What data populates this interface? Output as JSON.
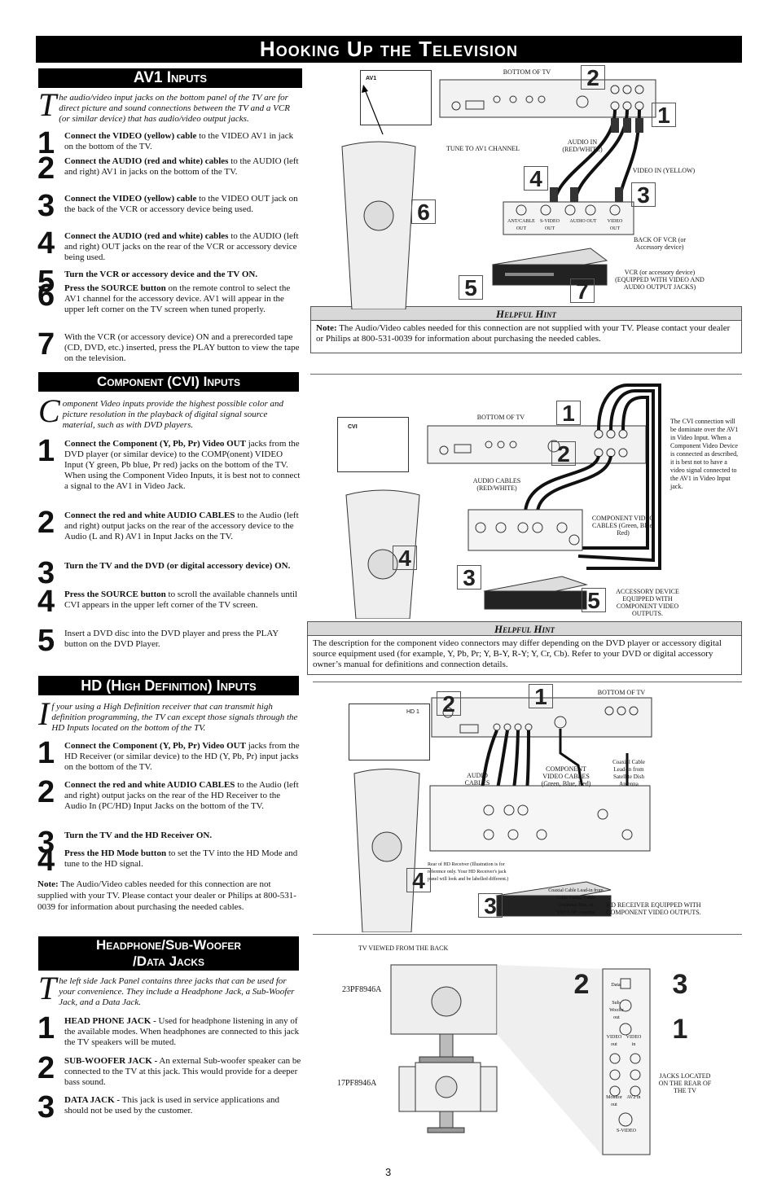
{
  "title": "Hooking Up the Television",
  "page_number": "3",
  "av1": {
    "heading": "AV1 Inputs",
    "intro_cap": "T",
    "intro": "he audio/video input jacks on the bottom panel of the TV are for direct picture and sound connections between the TV and a VCR (or similar device) that has audio/video output jacks.",
    "steps": [
      {
        "n": "1",
        "b": "Connect the VIDEO (yellow) cable",
        "t": " to the VIDEO AV1 in jack on the bottom of the TV."
      },
      {
        "n": "2",
        "b": "Connect the AUDIO (red and white) cables",
        "t": " to the AUDIO (left and right) AV1 in jacks on the bottom of the TV."
      },
      {
        "n": "3",
        "b": "Connect the VIDEO (yellow) cable",
        "t": " to the VIDEO OUT jack on the back of the VCR or accessory device being used."
      },
      {
        "n": "4",
        "b": "Connect the AUDIO (red and white) cables",
        "t": " to the AUDIO (left and right) OUT jacks on the rear of the VCR or accessory device being used."
      },
      {
        "n": "5",
        "b": "Turn the VCR or accessory device and the TV ON.",
        "t": ""
      },
      {
        "n": "6",
        "b": "Press the SOURCE button",
        "t": " on the remote control to select the AV1 channel for the accessory device. AV1 will appear in the upper left corner on the TV screen when tuned properly."
      },
      {
        "n": "7",
        "b": "",
        "t": "With the VCR (or accessory device) ON and a prerecorded tape (CD, DVD, etc.) inserted, press the PLAY button to view the tape on the television."
      }
    ],
    "hint_title": "Helpful Hint",
    "hint_note": "Note:",
    "hint_text": " The Audio/Video cables needed for this connection are not supplied with your TV. Please contact your dealer or Philips at 800-531-0039 for information about purchasing the needed cables.",
    "diagram": {
      "screen_label": "AV1",
      "bottom_of_tv": "BOTTOM OF TV",
      "tune": "TUNE TO AV1 CHANNEL",
      "audio_in": "AUDIO IN (RED/WHITE)",
      "video_in": "VIDEO IN (YELLOW)",
      "back_of_vcr": "BACK OF VCR (or Accessory device)",
      "vcr": "VCR (or accessory device) (EQUIPPED WITH VIDEO AND AUDIO OUTPUT JACKS)",
      "antenna_out": "ANT/CABLE OUT",
      "svideo_out": "S-VIDEO OUT",
      "audio_out": "AUDIO OUT",
      "video_out": "VIDEO OUT"
    }
  },
  "cvi": {
    "heading": "Component (CVI) Inputs",
    "intro_cap": "C",
    "intro": "omponent Video inputs provide the highest possible color and picture resolution in the playback of digital signal source material, such as with DVD players.",
    "steps": [
      {
        "n": "1",
        "b": "Connect the Component (Y, Pb, Pr) Video OUT",
        "t": " jacks from the DVD player (or similar device) to the COMP(onent) VIDEO Input (Y green, Pb blue, Pr red) jacks on the bottom of the TV. When using the Component Video Inputs, it is best not to connect a signal to the AV1 in Video Jack."
      },
      {
        "n": "2",
        "b": "Connect the red and white AUDIO CABLES",
        "t": " to the Audio (left and right) output jacks on the rear of the accessory device to the Audio (L and R) AV1 in Input Jacks on the TV."
      },
      {
        "n": "3",
        "b": "Turn the TV and the DVD (or digital accessory device) ON.",
        "t": ""
      },
      {
        "n": "4",
        "b": "Press the SOURCE button",
        "t": " to scroll the available channels until CVI appears in the upper left corner of the TV screen."
      },
      {
        "n": "5",
        "b": "",
        "t": "Insert a DVD disc into the DVD player and press the PLAY button on the DVD Player."
      }
    ],
    "hint_title": "Helpful Hint",
    "hint_text": "The description for the component video connectors may differ depending on the DVD player or accessory digital source equipment used (for example, Y, Pb, Pr; Y, B-Y, R-Y; Y, Cr, Cb). Refer to your DVD or digital accessory owner’s manual for definitions and connection details.",
    "diagram": {
      "screen_label": "CVI",
      "bottom_of_tv": "BOTTOM OF TV",
      "audio_cables": "AUDIO CABLES (RED/WHITE)",
      "component": "COMPONENT VIDEO CABLES (Green, Blue, Red)",
      "accessory": "ACCESSORY DEVICE EQUIPPED WITH COMPONENT VIDEO OUTPUTS.",
      "side_note": "The CVI connection will be dominate over the AV1 in Video Input. When a Component Video Device is connected as described, it is best not to have a video signal connected to the AV1 in Video Input jack."
    }
  },
  "hd": {
    "heading": "HD (High Definition) Inputs",
    "intro_cap": "I",
    "intro": "f your using a High Definition receiver that can transmit high definition programming, the TV can except those signals through the HD Inputs located on the bottom of the TV.",
    "steps": [
      {
        "n": "1",
        "b": "Connect the Component (Y, Pb, Pr) Video OUT",
        "t": " jacks from the HD Receiver (or similar device) to the HD (Y, Pb, Pr) input jacks on the bottom of the TV."
      },
      {
        "n": "2",
        "b": "Connect the red and white  AUDIO CABLES",
        "t": " to the Audio (left and right) output jacks on the rear of the HD Receiver to the Audio In (PC/HD) Input Jacks on the bottom of the TV."
      },
      {
        "n": "3",
        "b": "Turn the TV and the HD Receiver ON.",
        "t": ""
      },
      {
        "n": "4",
        "b": "Press the HD Mode button",
        "t": " to set the TV into the HD Mode and tune to the HD signal."
      }
    ],
    "note_label": "Note:",
    "note": " The Audio/Video cables needed for this connection are not supplied with your TV. Please contact your dealer or Philips at 800-531-0039 for information about purchasing the needed cables.",
    "diagram": {
      "screen_label": "HD 1",
      "bottom_of_tv": "BOTTOM OF TV",
      "audio_cables": "AUDIO CABLES",
      "component": "COMPONENT VIDEO CABLES (Green, Blue, Red)",
      "coax": "Coaxial Cable Lead-in from Satellite Dish Antenna",
      "rear": "Rear of HD Receiver (Illustration is for reference only. Your HD Receiver's jack panel will look and be labelled different.)",
      "coax2": "Coaxial Cable Lead-in from Cable Outlet, Cable Converter Box, or VHF/UHF Antenna",
      "receiver": "HD RECEIVER EQUIPPED WITH COMPONENT VIDEO OUTPUTS."
    }
  },
  "headphone": {
    "heading_1": "Headphone/Sub-Woofer",
    "heading_2": "/Data Jacks",
    "intro_cap": "T",
    "intro": "he left side Jack Panel contains three jacks that can be used for your convenience. They include a Headphone Jack, a Sub-Woofer Jack, and a Data Jack.",
    "steps": [
      {
        "n": "1",
        "b": "HEAD PHONE JACK -",
        "t": "  Used for headphone listening in any of the available modes. When headphones are connected to this jack the TV speakers will be muted."
      },
      {
        "n": "2",
        "b": "SUB-WOOFER JACK -",
        "t": " An external Sub-woofer speaker can be connected to the TV at this jack. This would provide for a deeper bass sound."
      },
      {
        "n": "3",
        "b": "DATA JACK -",
        "t": " This jack is used in service applications and should not be used by the customer."
      }
    ],
    "diagram": {
      "viewed": "TV VIEWED FROM THE BACK",
      "model1": "23PF8946A",
      "model2": "17PF8946A",
      "jacks": "JACKS LOCATED ON THE REAR OF THE TV",
      "panel_labels": [
        "Data",
        "Sub-Woofer out",
        "VIDEO out",
        "VIDEO in",
        "Monitor out",
        "AV2 in",
        "S-VIDEO"
      ]
    }
  }
}
